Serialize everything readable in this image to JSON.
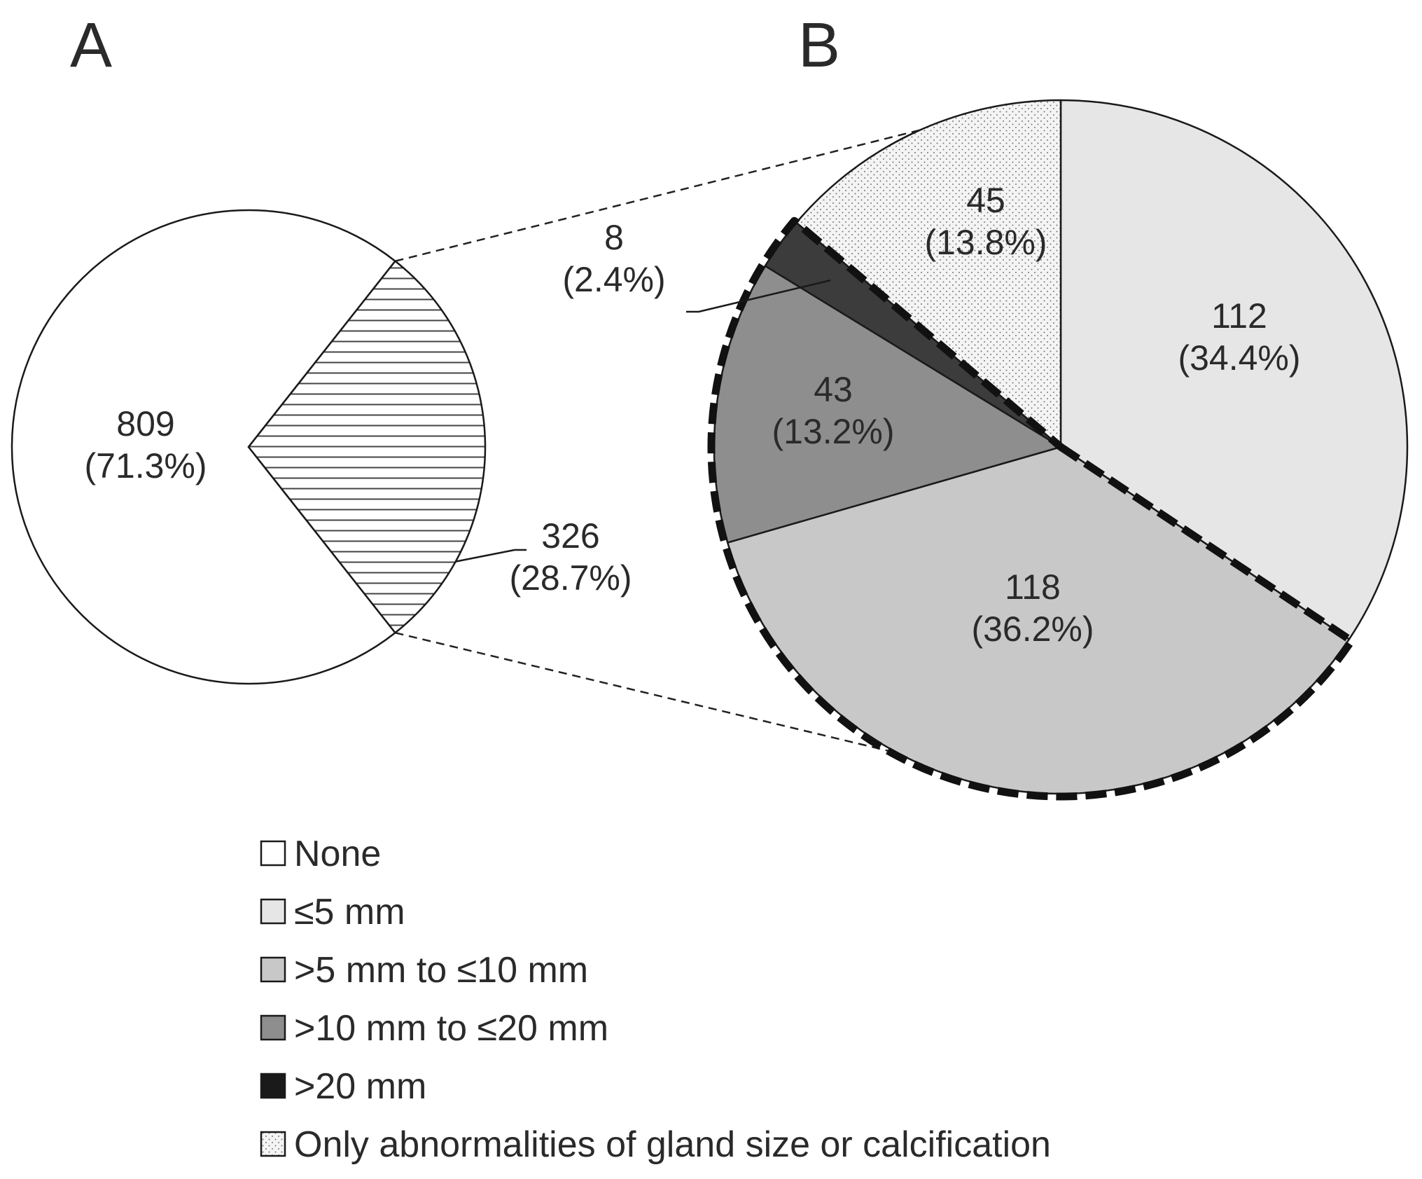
{
  "chart_data": [
    {
      "type": "pie",
      "panel": "A",
      "slices": [
        {
          "key": "none",
          "value": 809,
          "label": "809",
          "percent": "(71.3%)",
          "fill": "#ffffff",
          "pattern": "none"
        },
        {
          "key": "abnormal",
          "value": 326,
          "label": "326",
          "percent": "(28.7%)",
          "fill": "#ffffff",
          "pattern": "horizontal-lines"
        }
      ]
    },
    {
      "type": "pie",
      "panel": "B",
      "slices": [
        {
          "key": "le5",
          "value": 112,
          "label": "112",
          "percent": "(34.4%)",
          "fill": "#e6e6e6",
          "pattern": "none"
        },
        {
          "key": "5to10",
          "value": 118,
          "label": "118",
          "percent": "(36.2%)",
          "fill": "#c8c8c8",
          "pattern": "none"
        },
        {
          "key": "10to20",
          "value": 43,
          "label": "43",
          "percent": "(13.2%)",
          "fill": "#8e8e8e",
          "pattern": "none"
        },
        {
          "key": "gt20",
          "value": 8,
          "label": "8",
          "percent": "(2.4%)",
          "fill": "#3c3c3c",
          "pattern": "none"
        },
        {
          "key": "only",
          "value": 45,
          "label": "45",
          "percent": "(13.8%)",
          "fill": "#f2f2f2",
          "pattern": "dots"
        }
      ],
      "highlight_outline": "dashed outline around >5 mm, >10 mm and >20 mm slices"
    }
  ],
  "legend": [
    {
      "key": "none",
      "label": "None",
      "fill": "#ffffff",
      "pattern": "none"
    },
    {
      "key": "le5",
      "label": "≤5 mm",
      "fill": "#e6e6e6",
      "pattern": "none"
    },
    {
      "key": "5to10",
      "label": ">5 mm to ≤10 mm",
      "fill": "#c8c8c8",
      "pattern": "none"
    },
    {
      "key": "10to20",
      "label": ">10 mm to ≤20 mm",
      "fill": "#8e8e8e",
      "pattern": "none"
    },
    {
      "key": "gt20",
      "label": ">20 mm",
      "fill": "#1a1a1a",
      "pattern": "none"
    },
    {
      "key": "only",
      "label": "Only abnormalities of gland size or calcification",
      "fill": "#f2f2f2",
      "pattern": "dots"
    }
  ],
  "panel_letters": {
    "a": "A",
    "b": "B"
  },
  "colors": {
    "ink": "#2a2a2a",
    "outline": "#1a1a1a"
  }
}
